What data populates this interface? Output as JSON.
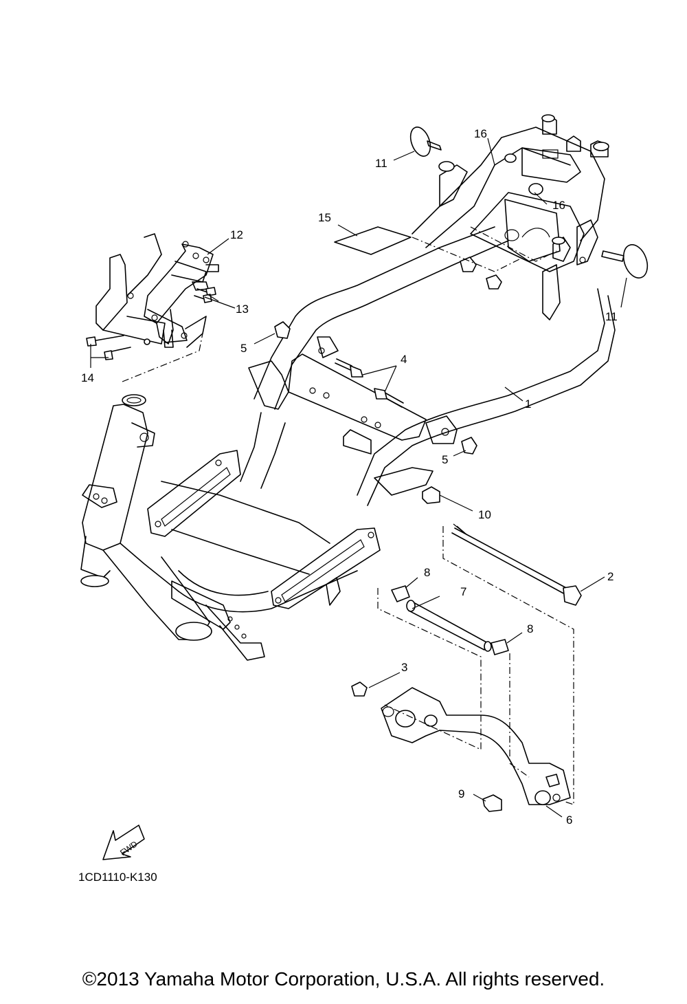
{
  "diagram": {
    "code": "1CD1110-K130",
    "fwd_label": "FWD",
    "copyright": "©2013 Yamaha Motor Corporation, U.S.A. All rights reserved.",
    "callouts": [
      "1",
      "2",
      "3",
      "4",
      "5",
      "5",
      "6",
      "7",
      "8",
      "8",
      "9",
      "10",
      "11",
      "11",
      "12",
      "13",
      "14",
      "15",
      "16",
      "16"
    ]
  }
}
